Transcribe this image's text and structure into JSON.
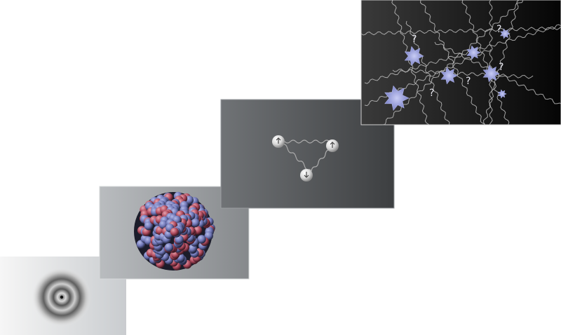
{
  "figure": {
    "panels": [
      {
        "id": "atom",
        "depicts": "atom-rings"
      },
      {
        "id": "nucleus",
        "depicts": "nucleus-sphere-cluster"
      },
      {
        "id": "nucleons",
        "depicts": "three-quarks-with-gluon-links"
      },
      {
        "id": "quarks",
        "depicts": "quark-gluon-network-with-unknowns"
      }
    ],
    "unknown_marks": [
      "?",
      "?",
      "?",
      "?",
      "?"
    ],
    "colors": {
      "background": "#ffffff",
      "nucleon_blue": "#7c83c4",
      "nucleon_red": "#c0566a",
      "star": "#8f96d8",
      "panel_dark": "#0b0b0b"
    }
  }
}
